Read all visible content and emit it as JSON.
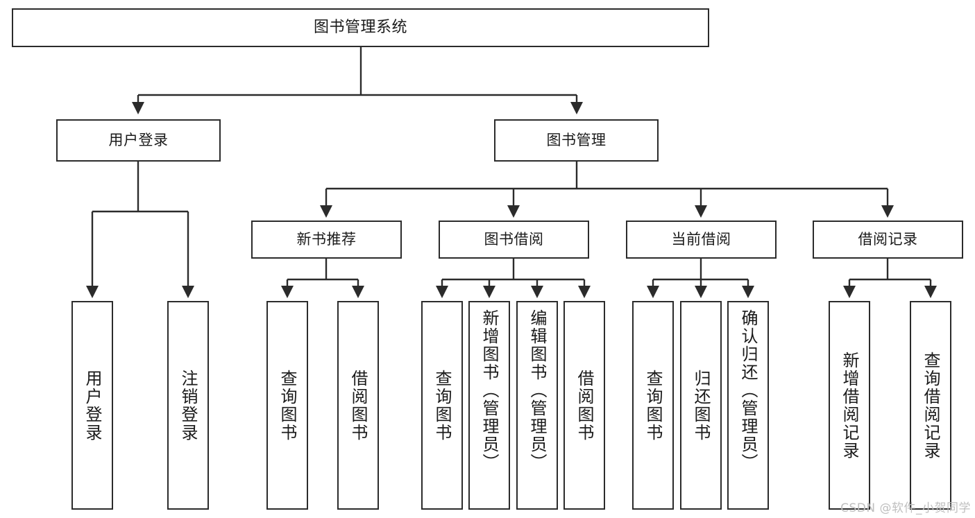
{
  "diagram": {
    "title": "图书管理系统",
    "type": "tree",
    "watermark": "CSDN @软件_小贺同学",
    "colors": {
      "box_border": "#2b2b2b",
      "box_fill": "#ffffff",
      "edge": "#2b2b2b",
      "text": "#1a1a1a",
      "watermark": "#bfbfbf"
    },
    "nodes": {
      "root": {
        "label": "图书管理系统"
      },
      "level2": [
        {
          "id": "user-login",
          "label": "用户登录"
        },
        {
          "id": "book-manage",
          "label": "图书管理"
        }
      ],
      "level3": [
        {
          "id": "new-book-recommend",
          "label": "新书推荐"
        },
        {
          "id": "book-borrow",
          "label": "图书借阅"
        },
        {
          "id": "current-borrow",
          "label": "当前借阅"
        },
        {
          "id": "borrow-record",
          "label": "借阅记录"
        }
      ],
      "leaves": [
        {
          "id": "leaf-user-login",
          "label": "用户登录",
          "parent": "user-login"
        },
        {
          "id": "leaf-logout-login",
          "label": "注销登录",
          "parent": "user-login"
        },
        {
          "id": "leaf-query-book-1",
          "label": "查询图书",
          "parent": "new-book-recommend"
        },
        {
          "id": "leaf-borrow-book-1",
          "label": "借阅图书",
          "parent": "new-book-recommend"
        },
        {
          "id": "leaf-query-book-2",
          "label": "查询图书",
          "parent": "book-borrow"
        },
        {
          "id": "leaf-add-book",
          "label": "新增图书（管理员）",
          "parent": "book-borrow"
        },
        {
          "id": "leaf-edit-book",
          "label": "编辑图书（管理员）",
          "parent": "book-borrow"
        },
        {
          "id": "leaf-borrow-book-2",
          "label": "借阅图书",
          "parent": "book-borrow"
        },
        {
          "id": "leaf-query-book-3",
          "label": "查询图书",
          "parent": "current-borrow"
        },
        {
          "id": "leaf-return-book",
          "label": "归还图书",
          "parent": "current-borrow"
        },
        {
          "id": "leaf-confirm-return",
          "label": "确认归还（管理员）",
          "parent": "current-borrow"
        },
        {
          "id": "leaf-add-borrow-record",
          "label": "新增借阅记录",
          "parent": "borrow-record"
        },
        {
          "id": "leaf-query-borrow-record",
          "label": "查询借阅记录",
          "parent": "borrow-record"
        }
      ]
    }
  }
}
